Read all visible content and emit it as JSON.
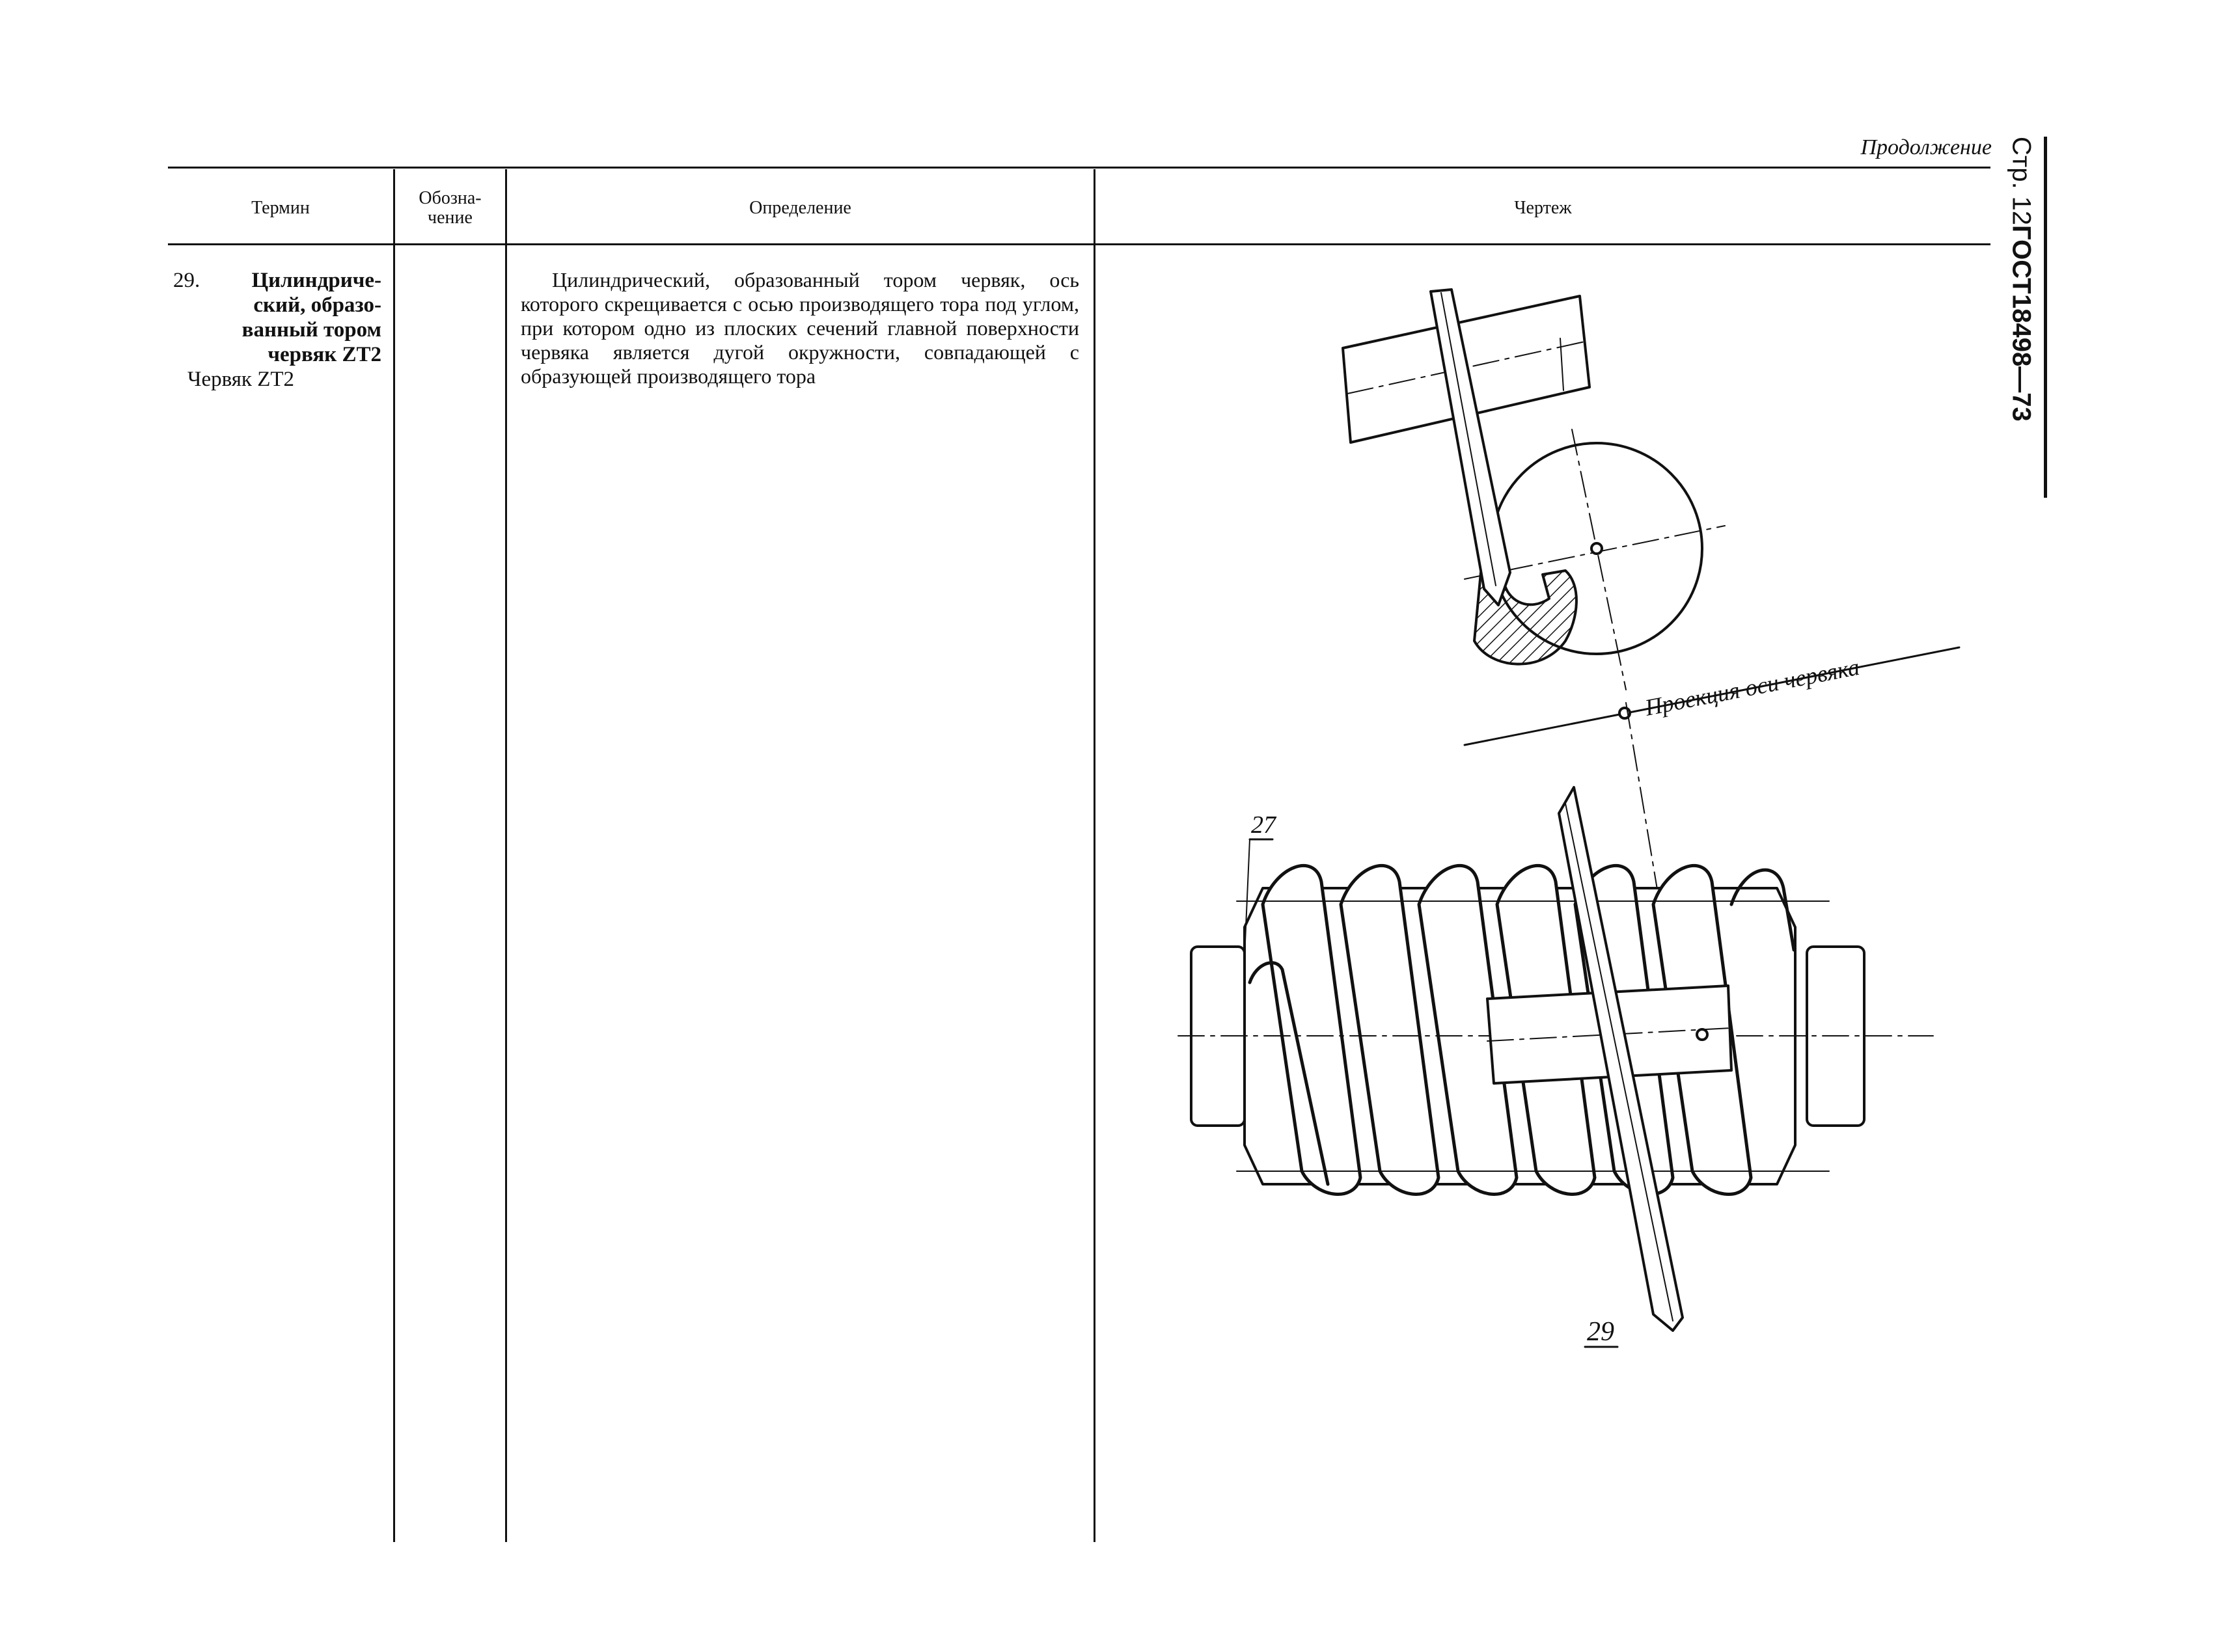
{
  "continued_label": "Продолжение",
  "side_label": {
    "page": "Стр. 12",
    "standard": "ГОСТ",
    "number": "18498—73"
  },
  "table": {
    "headers": {
      "term": "Термин",
      "designation_top": "Обозна-",
      "designation_bottom": "чение",
      "definition": "Определение",
      "drawing": "Чертеж"
    },
    "row": {
      "term_number": "29.",
      "term_lines": [
        "Цилиндриче-",
        "ский, образо-",
        "ванный тором",
        "червяк ZT2"
      ],
      "term_short": "Червяк ZT2",
      "designation": "",
      "definition": "Цилиндрический, образованный тором червяк, ось которого скрещивается с осью производящего тора под углом, при котором одно из плоских сечений главной поверхности червяка является дугой окружности, совпадающей с образующей производящего тора"
    }
  },
  "drawing": {
    "axis_projection_label": "Проекция оси червяка",
    "label_27": "27",
    "label_29": "29"
  }
}
